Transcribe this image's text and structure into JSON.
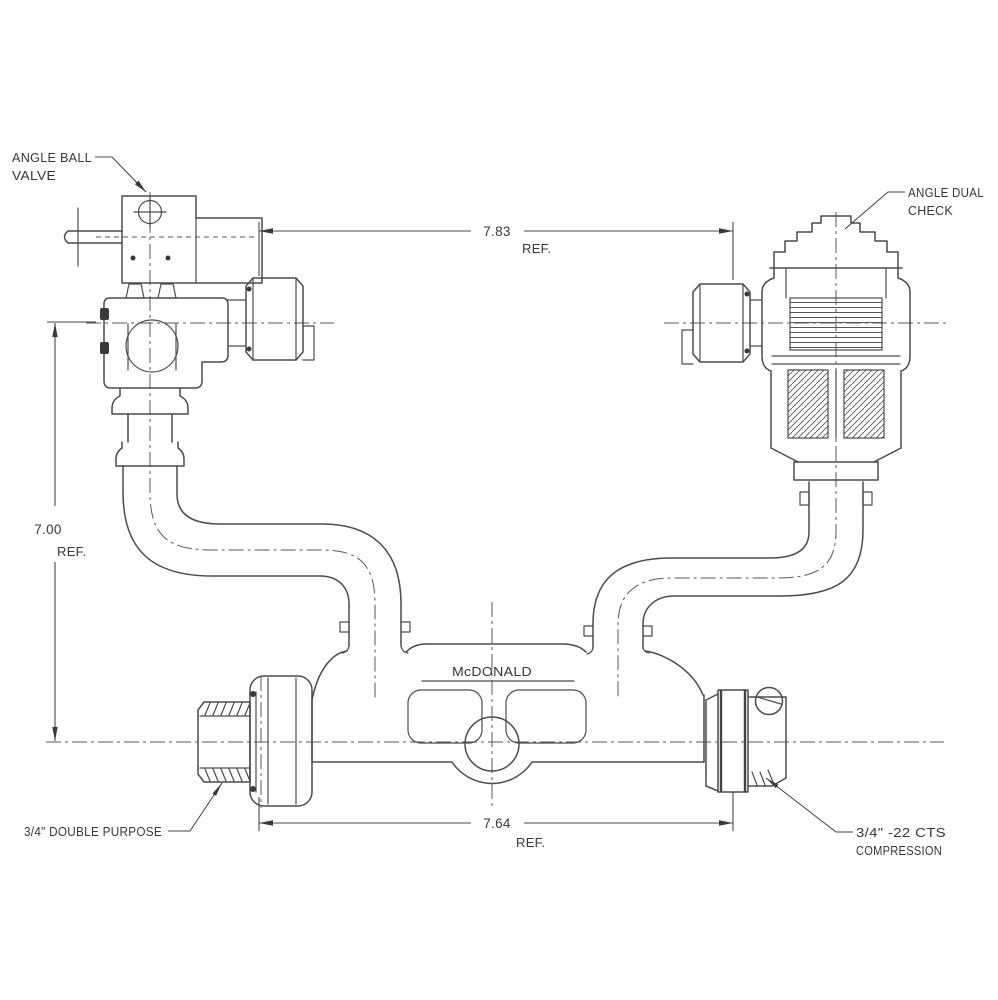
{
  "page": {
    "background": "#ffffff"
  },
  "drawing": {
    "brand": "McDONALD",
    "line_color": "#4c4c50",
    "text_color": "#38383c",
    "callouts": {
      "angle_ball_valve": {
        "line1": "ANGLE BALL",
        "line2": "VALVE"
      },
      "angle_dual_check": {
        "line1": "ANGLE DUAL",
        "line2": "CHECK"
      },
      "double_purpose": {
        "text": "3/4\" DOUBLE PURPOSE"
      },
      "cts_compression": {
        "line1": "3/4\" -22 CTS",
        "line2": "COMPRESSION"
      }
    },
    "dimensions": {
      "top_span": {
        "value": "7.83",
        "suffix": "REF."
      },
      "left_drop": {
        "value": "7.00",
        "suffix": "REF."
      },
      "bottom_span": {
        "value": "7.64",
        "suffix": "REF."
      }
    }
  }
}
